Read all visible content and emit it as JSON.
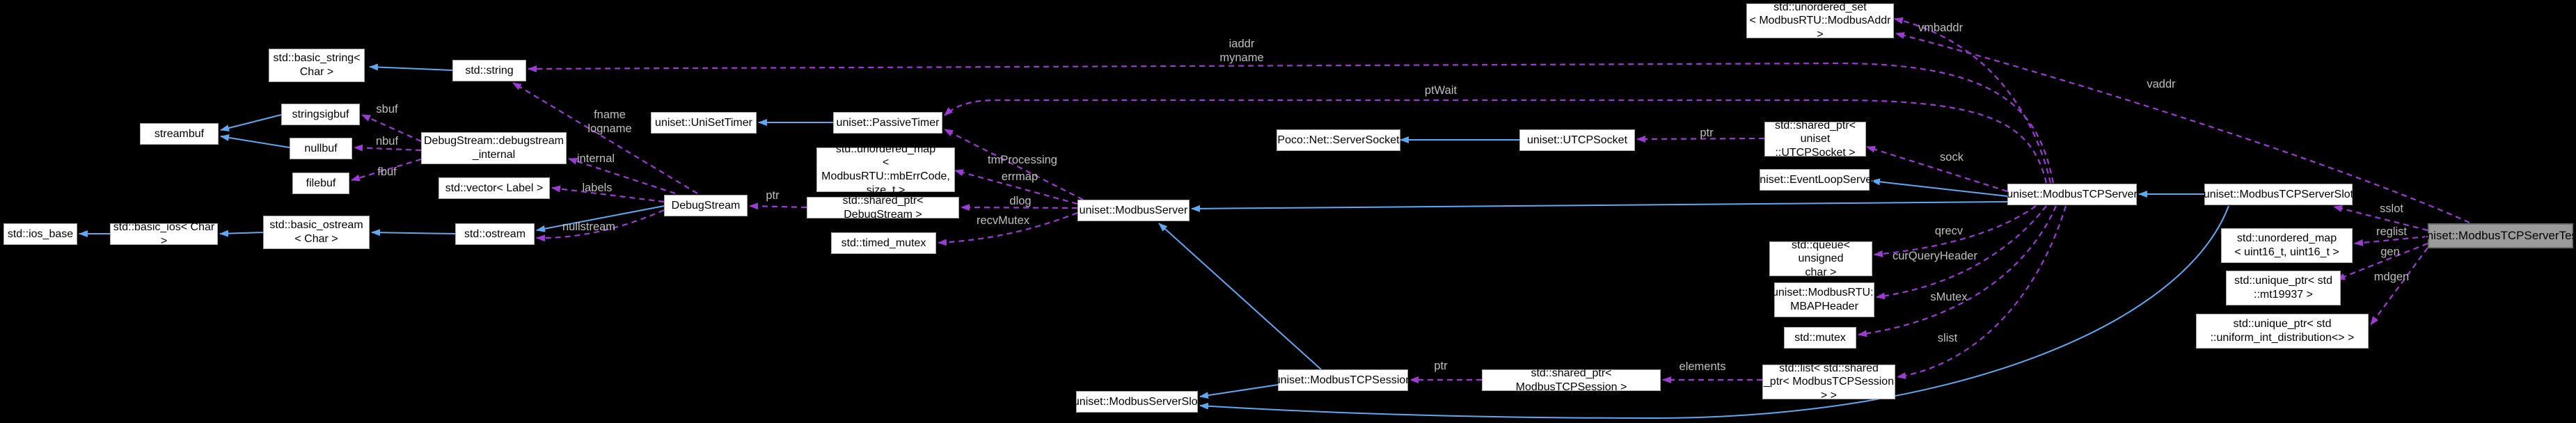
{
  "diagram": {
    "type": "collaboration-graph",
    "colors": {
      "background": "#000000",
      "node_fill": "#ffffff",
      "node_border": "#a8a8a8",
      "node_text": "#000000",
      "main_node_fill": "#9b9b9b",
      "main_node_border": "#6f6f6f",
      "inheritance_edge": "#5fa9f2",
      "usage_edge": "#9e3bd6",
      "edge_label_text": "#bfbfbf"
    },
    "nodes": {
      "basic_string": {
        "label": "std::basic_string<\nChar >"
      },
      "string": {
        "label": "std::string"
      },
      "stringsigbuf": {
        "label": "stringsigbuf"
      },
      "streambuf": {
        "label": "streambuf"
      },
      "nullbuf": {
        "label": "nullbuf"
      },
      "filebuf": {
        "label": "filebuf"
      },
      "debugstream_internal": {
        "label": "DebugStream::debugstream\n_internal"
      },
      "vector_label": {
        "label": "std::vector< Label >"
      },
      "ios_base": {
        "label": "std::ios_base"
      },
      "basic_ios": {
        "label": "std::basic_ios< Char >"
      },
      "basic_ostream": {
        "label": "std::basic_ostream\n< Char >"
      },
      "ostream": {
        "label": "std::ostream"
      },
      "unisettimer": {
        "label": "uniset::UniSetTimer"
      },
      "passivetimer": {
        "label": "uniset::PassiveTimer"
      },
      "unordered_map_mberr": {
        "label": "std::unordered_map\n< ModbusRTU::mbErrCode,\nsize_t >"
      },
      "debugstream": {
        "label": "DebugStream"
      },
      "shared_ptr_debugstream": {
        "label": "std::shared_ptr< DebugStream >"
      },
      "timed_mutex": {
        "label": "std::timed_mutex"
      },
      "modbusserver": {
        "label": "uniset::ModbusServer"
      },
      "serversocket": {
        "label": "Poco::Net::ServerSocket"
      },
      "utcpsocket": {
        "label": "uniset::UTCPSocket"
      },
      "shared_ptr_utcpsocket": {
        "label": "std::shared_ptr< uniset\n::UTCPSocket >"
      },
      "eventloopserver": {
        "label": "uniset::EventLoopServer"
      },
      "unordered_set_modbusaddr": {
        "label": "std::unordered_set\n< ModbusRTU::ModbusAddr >"
      },
      "modbustcpserver": {
        "label": "uniset::ModbusTCPServer"
      },
      "modbustcpserverslot": {
        "label": "uniset::ModbusTCPServerSlot"
      },
      "modbustcpservertest": {
        "label": "uniset::ModbusTCPServerTest"
      },
      "queue_unsigned_char": {
        "label": "std::queue< unsigned\nchar >"
      },
      "mbapheader": {
        "label": "uniset::ModbusRTU::\nMBAPHeader"
      },
      "mutex": {
        "label": "std::mutex"
      },
      "list_shared_ptr_session": {
        "label": "std::list< std::shared\n_ptr< ModbusTCPSession > >"
      },
      "unordered_map_uint16": {
        "label": "std::unordered_map\n< uint16_t, uint16_t >"
      },
      "unique_ptr_mt19937": {
        "label": "std::unique_ptr< std\n::mt19937 >"
      },
      "unique_ptr_uniform": {
        "label": "std::unique_ptr< std\n::uniform_int_distribution<> >"
      },
      "modbustcpsession": {
        "label": "uniset::ModbusTCPSession"
      },
      "shared_ptr_session": {
        "label": "std::shared_ptr< ModbusTCPSession >"
      },
      "modbusserverslot": {
        "label": "uniset::ModbusServerSlot"
      }
    },
    "edge_labels": {
      "iaddr_myname": {
        "text": "iaddr\nmyname"
      },
      "ptwait": {
        "text": "ptWait"
      },
      "fname_logname": {
        "text": "fname\nlogname"
      },
      "sbuf": {
        "text": "sbuf"
      },
      "nbuf": {
        "text": "nbuf"
      },
      "fbuf": {
        "text": "fbuf"
      },
      "internal": {
        "text": "internal"
      },
      "labels": {
        "text": "labels"
      },
      "nullstream": {
        "text": "nullstream"
      },
      "ptr_debugstream": {
        "text": "ptr"
      },
      "tmprocessing": {
        "text": "tmProcessing"
      },
      "errmap": {
        "text": "errmap"
      },
      "dlog": {
        "text": "dlog"
      },
      "recvmutex": {
        "text": "recvMutex"
      },
      "ptr_utcpsocket": {
        "text": "ptr"
      },
      "sock": {
        "text": "sock"
      },
      "vmbaddr": {
        "text": "vmbaddr"
      },
      "vaddr": {
        "text": "vaddr"
      },
      "qrecv": {
        "text": "qrecv"
      },
      "curqueryheader": {
        "text": "curQueryHeader"
      },
      "smutex": {
        "text": "sMutex"
      },
      "slist": {
        "text": "slist"
      },
      "elements": {
        "text": "elements"
      },
      "ptr_session": {
        "text": "ptr"
      },
      "sslot": {
        "text": "sslot"
      },
      "reglist": {
        "text": "reglist"
      },
      "gen": {
        "text": "gen"
      },
      "mdgen": {
        "text": "mdgen"
      }
    }
  }
}
